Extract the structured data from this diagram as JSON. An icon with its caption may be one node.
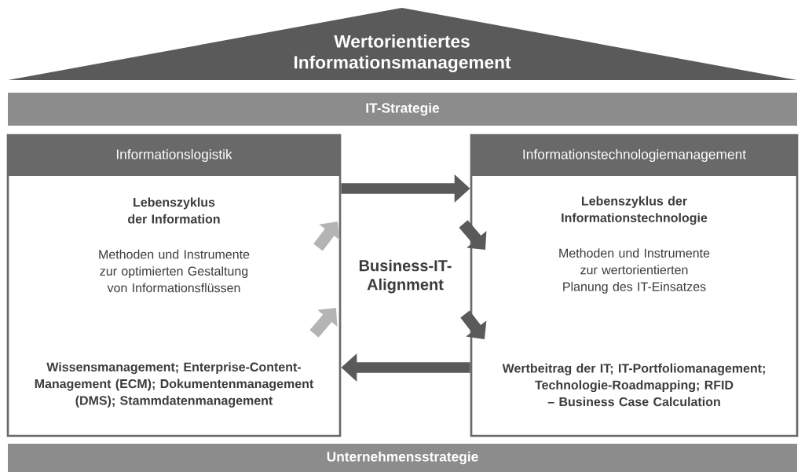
{
  "diagram": {
    "nodes": [
      {
        "text": [
          "Wertorientiertes Informationsmanagement"
        ]
      },
      {
        "text": [
          "IT-Strategie"
        ]
      },
      {
        "text": [
          "Informationslogistik",
          "Lebenszyklus der Information",
          "Methoden und Instrumente zur optimierten Gestaltung von Informationsflüssen",
          "Wissensmanagement; Enterprise-Content-Management (ECM); Dokumentenmanagement (DMS); Stammdatenmanagement"
        ]
      },
      {
        "text": [
          "Informationstechnologiemanagement",
          "Lebenszyklus der Informationstechnologie",
          "Methoden und Instrumente zur wertorientierten Planung des IT-Einsatzes",
          "Wertbeitrag der IT; IT-Portfoliomanagement; Technologie-Roadmapping; RFID – Business Case Calculation"
        ]
      },
      {
        "text": [
          "Unternehmensstrategie"
        ]
      }
    ],
    "edges": [
      {
        "from": 2,
        "to": 3,
        "arrow": "to"
      },
      {
        "from": 3,
        "to": 2,
        "arrow": "to"
      }
    ],
    "labels": [
      "Business-IT-Alignment"
    ]
  }
}
